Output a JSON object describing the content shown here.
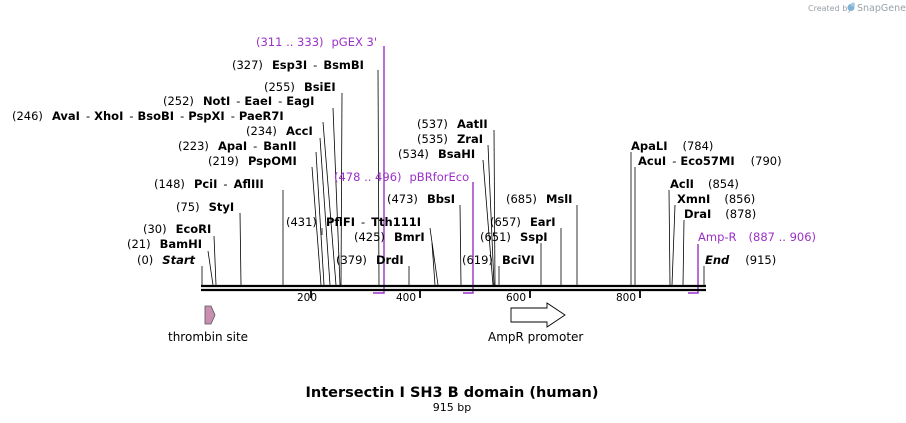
{
  "branding": {
    "created_by": "Created by",
    "app": "SnapGene"
  },
  "title": "Intersectin I SH3 B domain (human)",
  "length": "915 bp",
  "scale_ticks": [
    "200",
    "400",
    "600",
    "800"
  ],
  "colors": {
    "backbone": "#000000",
    "primer": "#9b30c8",
    "feature_fill": "#c98fb0",
    "promoter_fill": "#ffffff"
  },
  "labels": [
    {
      "pos": "(0)",
      "names": [
        "Start"
      ],
      "italic": true
    },
    {
      "pos": "(21)",
      "names": [
        "BamHI"
      ]
    },
    {
      "pos": "(30)",
      "names": [
        "EcoRI"
      ]
    },
    {
      "pos": "(75)",
      "names": [
        "StyI"
      ]
    },
    {
      "pos": "(148)",
      "names": [
        "PciI",
        "AflIII"
      ]
    },
    {
      "pos": "(219)",
      "names": [
        "PspOMI"
      ]
    },
    {
      "pos": "(223)",
      "names": [
        "ApaI",
        "BanII"
      ]
    },
    {
      "pos": "(234)",
      "names": [
        "AccI"
      ]
    },
    {
      "pos": "(246)",
      "names": [
        "AvaI",
        "XhoI",
        "BsoBI",
        "PspXI",
        "PaeR7I"
      ]
    },
    {
      "pos": "(252)",
      "names": [
        "NotI",
        "EaeI",
        "EagI"
      ]
    },
    {
      "pos": "(255)",
      "names": [
        "BsiEI"
      ]
    },
    {
      "pos": "(327)",
      "names": [
        "Esp3I",
        "BsmBI"
      ]
    },
    {
      "pos": "(379)",
      "names": [
        "DrdI"
      ]
    },
    {
      "pos": "(425)",
      "names": [
        "BmrI"
      ]
    },
    {
      "pos": "(431)",
      "names": [
        "PflFI",
        "Tth111I"
      ]
    },
    {
      "pos": "(473)",
      "names": [
        "BbsI"
      ]
    },
    {
      "pos": "(534)",
      "names": [
        "BsaHI"
      ]
    },
    {
      "pos": "(535)",
      "names": [
        "ZraI"
      ]
    },
    {
      "pos": "(537)",
      "names": [
        "AatII"
      ]
    },
    {
      "pos": "(619)",
      "names": [
        "BciVI"
      ]
    },
    {
      "pos": "(651)",
      "names": [
        "SspI"
      ]
    },
    {
      "pos": "(657)",
      "names": [
        "EarI"
      ]
    },
    {
      "pos": "(685)",
      "names": [
        "MslI"
      ]
    },
    {
      "pos": "(784)",
      "names": [
        "ApaLI"
      ]
    },
    {
      "pos": "(790)",
      "names": [
        "AcuI",
        "Eco57MI"
      ]
    },
    {
      "pos": "(854)",
      "names": [
        "AclI"
      ]
    },
    {
      "pos": "(856)",
      "names": [
        "XmnI"
      ]
    },
    {
      "pos": "(878)",
      "names": [
        "DraI"
      ]
    },
    {
      "pos": "(915)",
      "names": [
        "End"
      ],
      "italic": true
    }
  ],
  "primers": [
    {
      "name": "pGEX 3'",
      "range": "(311 .. 333)"
    },
    {
      "name": "pBRforEco",
      "range": "(478 .. 496)"
    },
    {
      "name": "Amp-R",
      "range": "(887 .. 906)"
    }
  ],
  "features": [
    {
      "name": "thrombin site",
      "type": "cleavage site"
    },
    {
      "name": "AmpR promoter",
      "type": "promoter"
    }
  ]
}
